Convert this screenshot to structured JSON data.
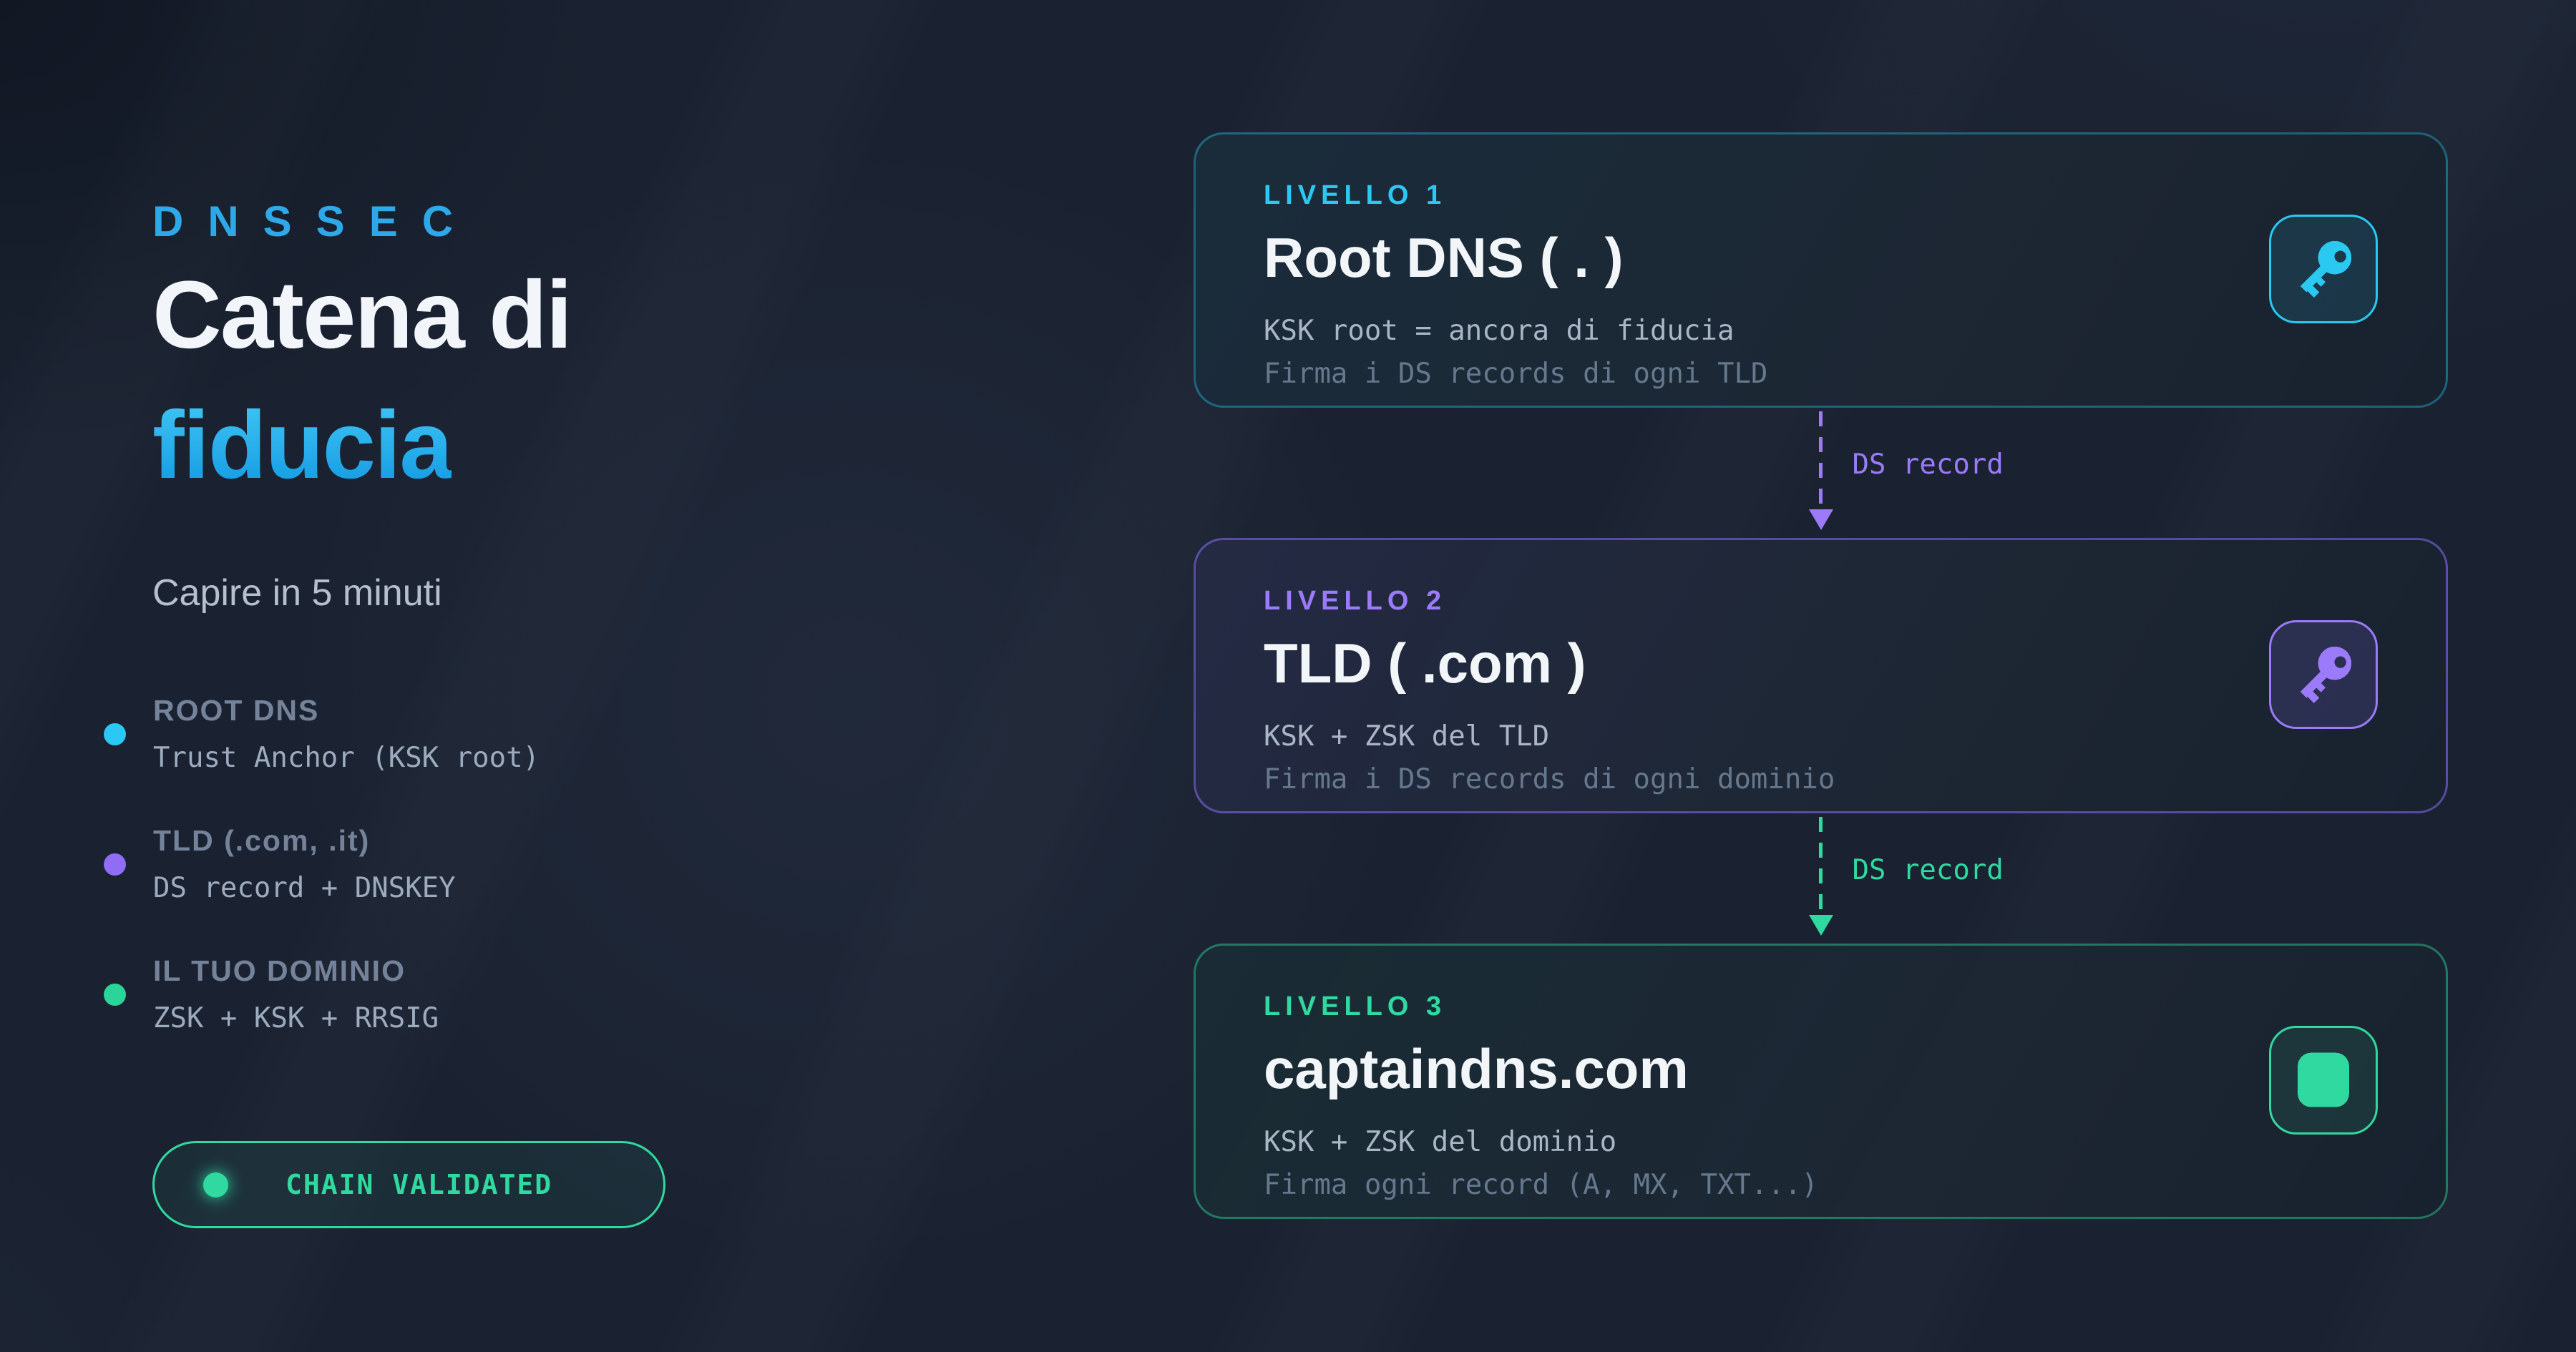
{
  "colors": {
    "kicker": "#2da8e8",
    "title_grad_top": "#44c8f5",
    "title_grad_bottom": "#0f97e2",
    "cyan": "#2cc8f5",
    "purple": "#9b7bfa",
    "green": "#2fd9a0"
  },
  "sidebar": {
    "kicker": "DNSSEC",
    "title_line1": "Catena di",
    "title_line2": "fiducia",
    "subtitle": "Capire in 5 minuti",
    "bullets": [
      {
        "label": "ROOT DNS",
        "detail": "Trust Anchor (KSK root)",
        "color": "#2cc8f5"
      },
      {
        "label": "TLD (.com, .it)",
        "detail": "DS record + DNSKEY",
        "color": "#8f6ef5"
      },
      {
        "label": "IL TUO DOMINIO",
        "detail": "ZSK + KSK + RRSIG",
        "color": "#2bd498"
      }
    ],
    "badge": {
      "label": "CHAIN VALIDATED",
      "color": "#2fd9a0",
      "bg": "rgba(47,217,160,0.07)"
    }
  },
  "diagram": {
    "cards": [
      {
        "level": "LIVELLO 1",
        "title": "Root DNS ( . )",
        "line1": "KSK root = ancora di fiducia",
        "line2": "Firma i DS records di ogni TLD",
        "icon": "key",
        "accent": "#29c9f2",
        "border": "rgba(41,201,242,0.38)",
        "icon_bg": "rgba(41,201,242,0.12)",
        "tint": "rgba(41,201,242,0.06)"
      },
      {
        "level": "LIVELLO 2",
        "title": "TLD ( .com )",
        "line1": "KSK + ZSK del TLD",
        "line2": "Firma i DS records di ogni dominio",
        "icon": "key",
        "accent": "#9b7bfa",
        "border": "rgba(139,108,245,0.55)",
        "icon_bg": "rgba(139,108,245,0.16)",
        "tint": "rgba(139,108,245,0.10)"
      },
      {
        "level": "LIVELLO 3",
        "title": "captaindns.com",
        "line1": "KSK + ZSK del dominio",
        "line2": "Firma ogni record (A, MX, TXT...)",
        "icon": "shield",
        "accent": "#2fd9a0",
        "border": "rgba(47,217,160,0.45)",
        "icon_bg": "rgba(47,217,160,0.10)",
        "tint": "rgba(47,217,160,0.05)"
      }
    ],
    "connectors": [
      {
        "label": "DS record",
        "color": "#9b7bfa"
      },
      {
        "label": "DS record",
        "color": "#2fd9a0"
      }
    ]
  }
}
